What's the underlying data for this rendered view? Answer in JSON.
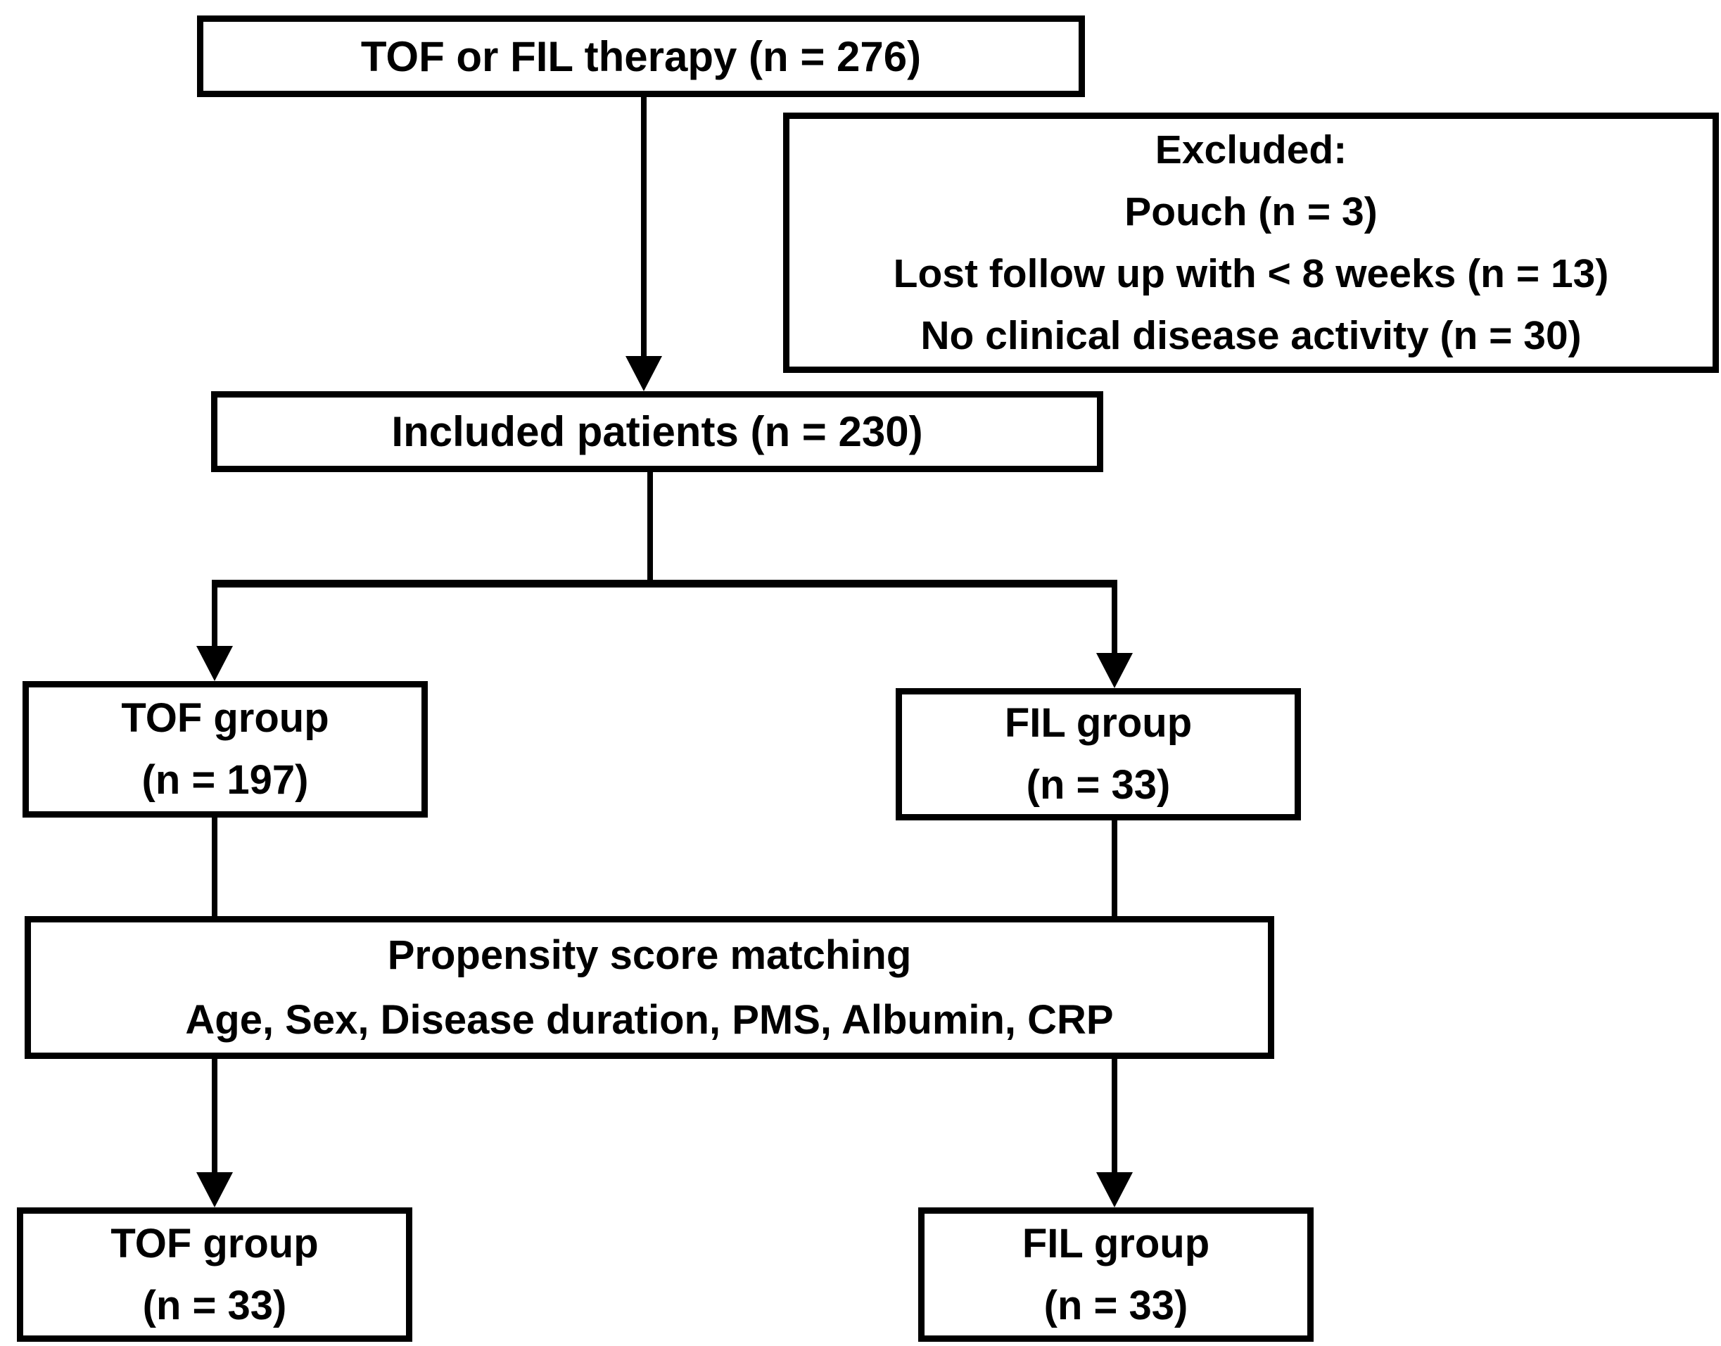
{
  "figure": {
    "background": "#ffffff",
    "line_color": "#000000",
    "text_color": "#000000",
    "boxes": {
      "therapy": {
        "text": "TOF or FIL therapy (n = 276)"
      },
      "excluded": {
        "lines": [
          "Excluded:",
          "Pouch (n = 3)",
          "Lost follow up with < 8 weeks (n = 13)",
          "No clinical disease activity (n = 30)"
        ]
      },
      "included": {
        "text": "Included patients (n = 230)"
      },
      "tof_group": {
        "lines": [
          "TOF group",
          "(n = 197)"
        ]
      },
      "fil_group": {
        "lines": [
          "FIL group",
          "(n = 33)"
        ]
      },
      "matching": {
        "lines": [
          "Propensity score matching",
          "Age, Sex, Disease duration, PMS, Albumin, CRP"
        ]
      },
      "tof_matched": {
        "lines": [
          "TOF group",
          "(n = 33)"
        ]
      },
      "fil_matched": {
        "lines": [
          "FIL group",
          "(n = 33)"
        ]
      }
    }
  }
}
